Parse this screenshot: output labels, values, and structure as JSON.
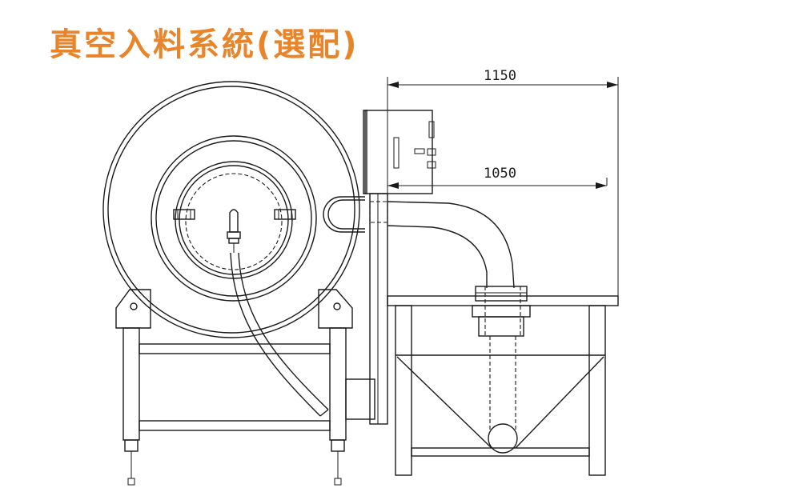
{
  "title": "真空入料系統(選配)",
  "title_color": "#e8842a",
  "dimensions": {
    "overall_width": "1150",
    "inner_width": "1050"
  }
}
